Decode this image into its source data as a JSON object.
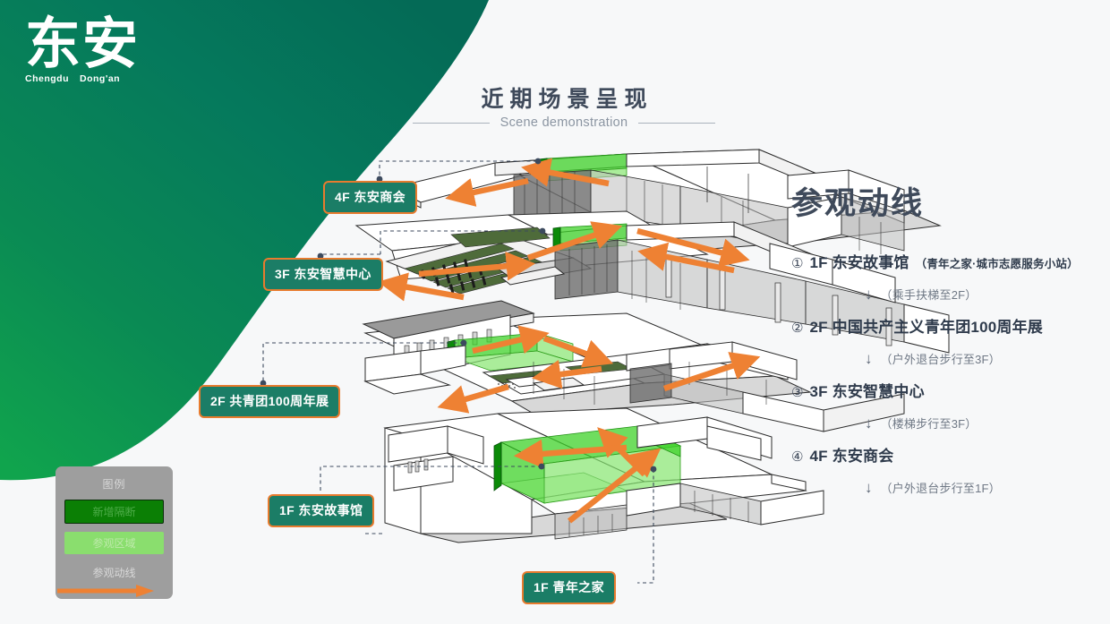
{
  "brand": {
    "logo_mark": "东安",
    "logo_sub_1": "Chengdu",
    "logo_sub_2": "Dong'an",
    "green_dark": "#05795c",
    "green_bright": "#0e9b4e"
  },
  "header": {
    "title": "近期场景呈现",
    "subtitle": "Scene demonstration"
  },
  "route": {
    "heading": "参观动线",
    "steps": [
      {
        "num": "①",
        "label": "1F 东安故事馆",
        "note": "（青年之家·城市志愿服务小站）"
      },
      {
        "num": "②",
        "label": "2F 中国共产主义青年团100周年展",
        "note": ""
      },
      {
        "num": "③",
        "label": "3F 东安智慧中心",
        "note": ""
      },
      {
        "num": "④",
        "label": "4F 东安商会",
        "note": ""
      }
    ],
    "connectors": [
      {
        "arrow": "↓",
        "text": "（乘手扶梯至2F）"
      },
      {
        "arrow": "↓",
        "text": "（户外退台步行至3F）"
      },
      {
        "arrow": "↓",
        "text": "（楼梯步行至3F）"
      },
      {
        "arrow": "↓",
        "text": "（户外退台步行至1F）"
      }
    ]
  },
  "legend": {
    "title": "图例",
    "items": [
      {
        "label": "新增隔断",
        "color": "#0b7f05",
        "type": "swatch-dark"
      },
      {
        "label": "参观区域",
        "color": "#8ade6e",
        "type": "swatch-light"
      }
    ],
    "flow_label": "参观动线",
    "flow_color": "#ee8133"
  },
  "callouts": [
    {
      "id": "callout-4f",
      "text": "4F 东安商会"
    },
    {
      "id": "callout-3f",
      "text": "3F 东安智慧中心"
    },
    {
      "id": "callout-2f",
      "text": "2F 共青团100周年展"
    },
    {
      "id": "callout-1f-story",
      "text": "1F 东安故事馆"
    },
    {
      "id": "callout-1f-youth",
      "text": "1F 青年之家"
    }
  ],
  "illustration": {
    "description": "exploded-axonometric-building-4-floors",
    "accent_arrow_color": "#ee8133",
    "highlight_green": "#3fd12a",
    "partition_green": "#0b8a08"
  }
}
